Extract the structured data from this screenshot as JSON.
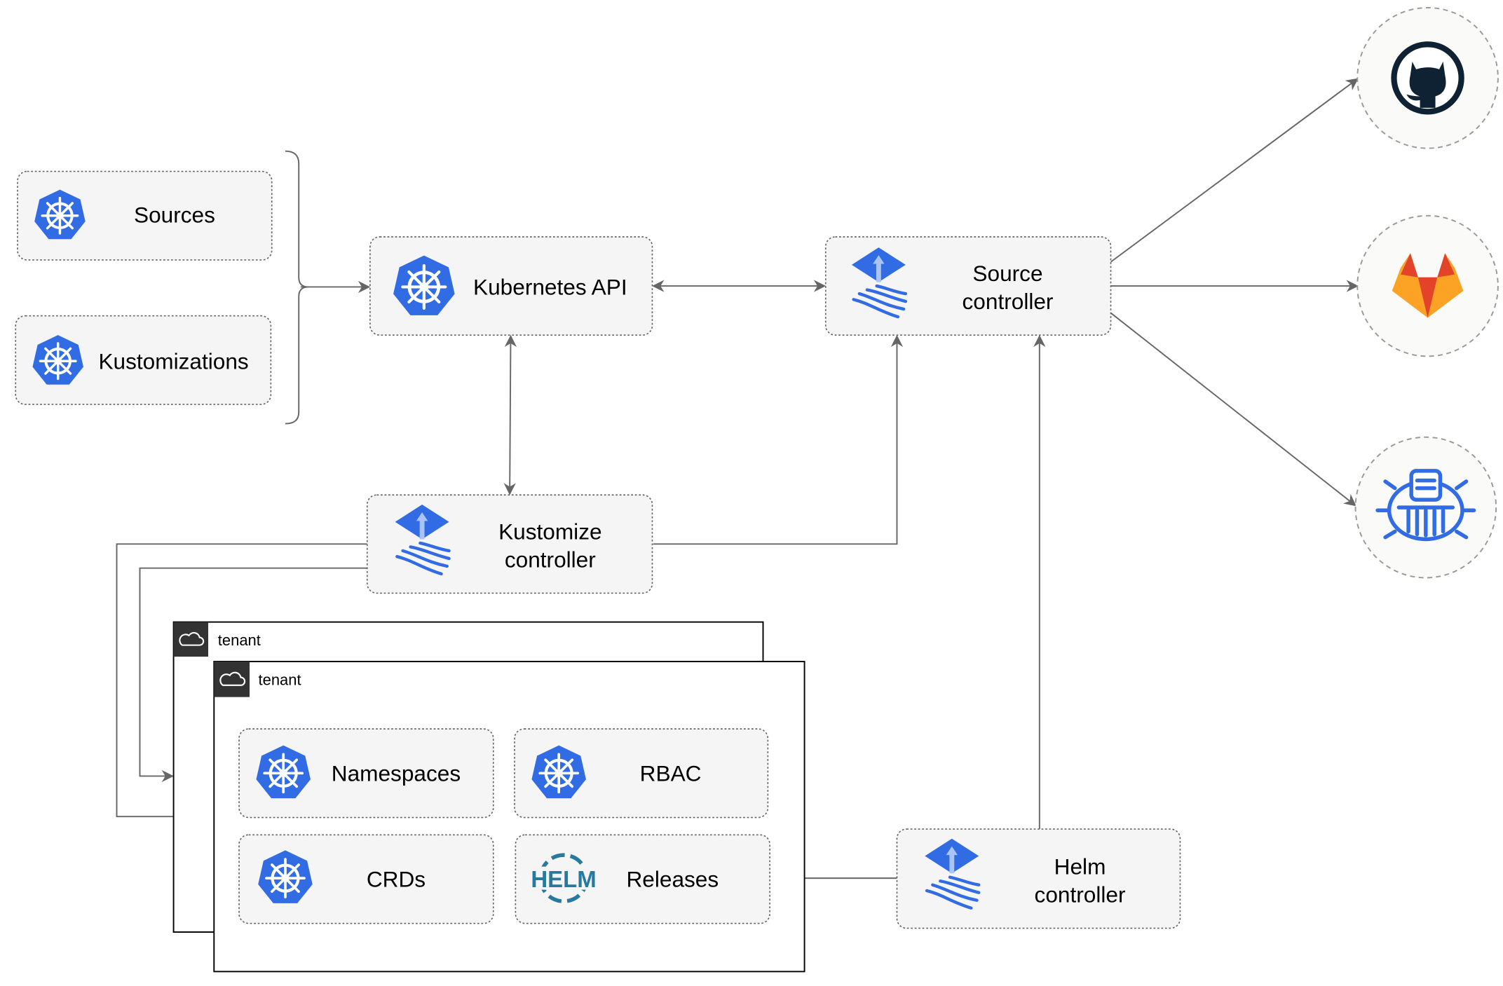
{
  "nodes": {
    "sources": "Sources",
    "kustomizations": "Kustomizations",
    "kubernetes_api": "Kubernetes API",
    "source_controller": [
      "Source",
      "controller"
    ],
    "kustomize_controller": [
      "Kustomize",
      "controller"
    ],
    "helm_controller": [
      "Helm",
      "controller"
    ],
    "namespaces": "Namespaces",
    "rbac": "RBAC",
    "crds": "CRDs",
    "releases": "Releases"
  },
  "tenants": [
    "tenant",
    "tenant"
  ],
  "helm_logo_text": "HELM",
  "external": [
    "github-icon",
    "gitlab-icon",
    "bucket-icon"
  ],
  "colors": {
    "k8s_blue": "#326ce5",
    "gitlab_orange": "#e24329",
    "github_dark": "#0f2233",
    "edge": "#666666"
  }
}
